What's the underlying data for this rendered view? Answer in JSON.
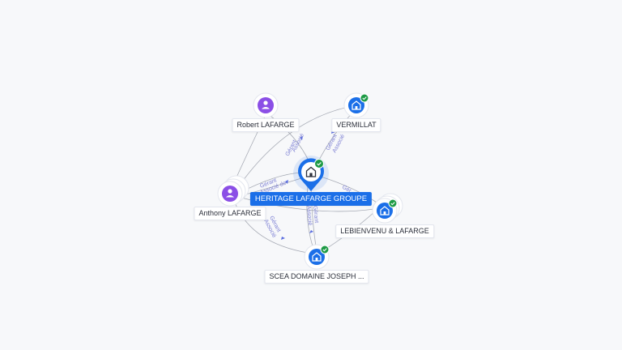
{
  "colors": {
    "person": "#8b4fe6",
    "company": "#1b6fe8",
    "verified": "#1d9a45",
    "edge": "#a7abb5",
    "edge_label": "#7c7fd3"
  },
  "nodes": {
    "center": {
      "label": "HERITAGE LAFARGE GROUPE",
      "type": "company",
      "icon": "building-icon",
      "verified": true
    },
    "robert": {
      "label": "Robert LAFARGE",
      "type": "person",
      "icon": "person-icon"
    },
    "vermillat": {
      "label": "VERMILLAT",
      "type": "company",
      "icon": "building-icon",
      "verified": true
    },
    "anthony": {
      "label": "Anthony LAFARGE",
      "type": "person",
      "icon": "person-icon"
    },
    "lebienvenu": {
      "label": "LEBIENVENU & LAFARGE",
      "type": "company",
      "icon": "building-icon",
      "verified": true
    },
    "scea": {
      "label": "SCEA DOMAINE JOSEPH ...",
      "type": "company",
      "icon": "building-icon",
      "verified": true
    }
  },
  "edge_labels": {
    "robert_center": "Gérant",
    "robert_center_2": "Associé",
    "vermillat_center": "Gérant",
    "vermillat_center_2": "Associé",
    "anthony_center": "Gérant",
    "anthony_center_2": "Associé de",
    "center_lebienvenu": "Gér",
    "center_scea": "Gérant",
    "center_scea_2": "Associé",
    "anthony_scea": "Gérant",
    "anthony_scea_2": "Associé"
  }
}
